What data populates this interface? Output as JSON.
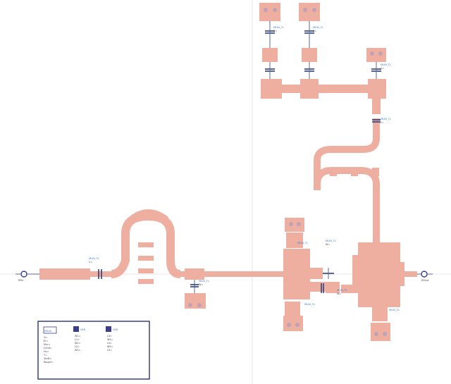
{
  "ports": {
    "rfin_label": "RFin",
    "rfout_label": "RFout"
  },
  "components": {
    "line_label": "MLIN_TL",
    "cap_label": "C",
    "ind_label": "L"
  },
  "legend": {
    "sub_title": "MSub",
    "var_title": "VAR"
  },
  "colors": {
    "copper": "#efafa0",
    "frame": "#3b3e8a",
    "component": "#2c3e7a",
    "label_blue": "#3a7ad0"
  }
}
